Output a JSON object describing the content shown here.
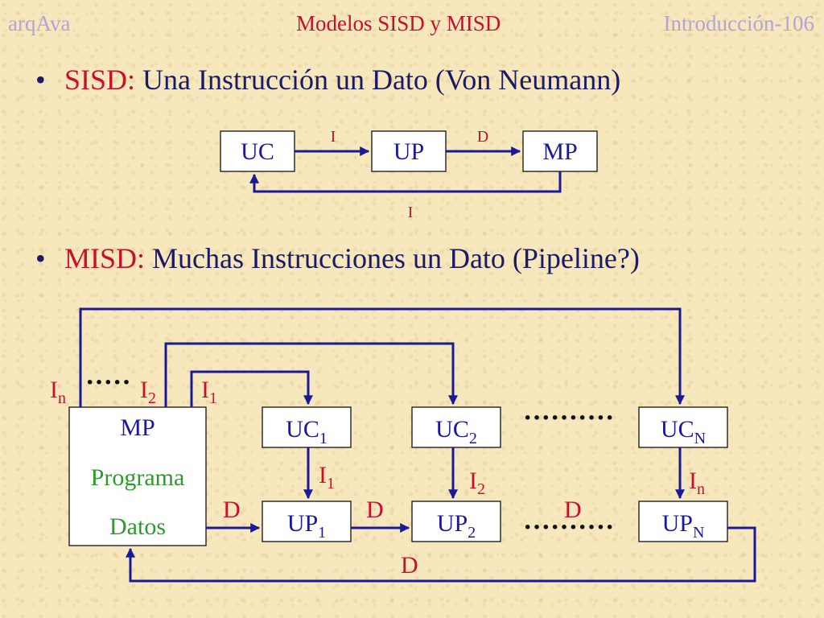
{
  "header": {
    "left": "arqAva",
    "title": "Modelos SISD y MISD",
    "right": "Introducción-106"
  },
  "bullets": [
    {
      "term": "SISD:",
      "text": " Una Instrucción un Dato (Von Neumann)"
    },
    {
      "term": "MISD:",
      "text": " Muchas Instrucciones un Dato (Pipeline?)"
    }
  ],
  "sisd": {
    "uc": "UC",
    "up": "UP",
    "mp": "MP",
    "label_uc_up": "I",
    "label_up_mp": "D",
    "label_return": "I"
  },
  "misd": {
    "mp_title": "MP",
    "mp_program": "Programa",
    "mp_data": "Datos",
    "uc1": "UC",
    "uc1_sub": "1",
    "uc2": "UC",
    "uc2_sub": "2",
    "ucn": "UC",
    "ucn_sub": "N",
    "up1": "UP",
    "up1_sub": "1",
    "up2": "UP",
    "up2_sub": "2",
    "upn": "UP",
    "upn_sub": "N",
    "in_label": "I",
    "in_sub": "n",
    "i2_label": "I",
    "i2_sub": "2",
    "i1_label": "I",
    "i1_sub": "1",
    "v1_label": "I",
    "v1_sub": "1",
    "v2_label": "I",
    "v2_sub": "2",
    "vn_label": "I",
    "vn_sub": "n",
    "d_mp_up1": "D",
    "d_up1_up2": "D",
    "d_up2_upn": "D",
    "d_return": "D",
    "dots_top_left": "·····",
    "dots_mid": "··········",
    "dots_low": "··········"
  },
  "colors": {
    "accent_red": "#c8102e",
    "text_blue": "#1a1a66",
    "wire_blue": "#1a1a99",
    "green": "#2e9a2e",
    "header_lavender": "#b5a3d8"
  }
}
